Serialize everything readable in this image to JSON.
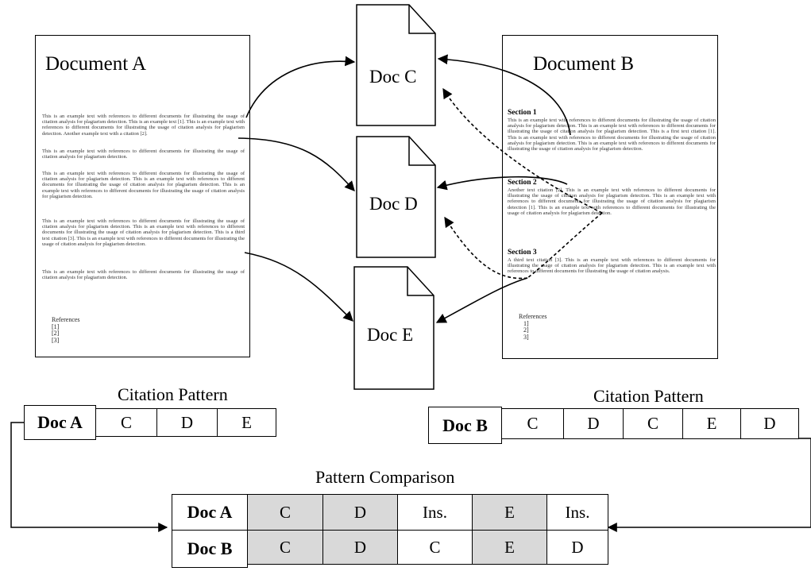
{
  "document_a": {
    "title": "Document A",
    "paragraphs": [
      "This is an example text with references to different documents for illustrating the usage of citation analysis for plagiarism detection. This is an example text [1]. This is an example text with references to different documents for illustrating the usage of citation analysis for plagiarism detection. Another example text with a citation [2].",
      "This is an example text with references to different documents for illustrating the usage of citation analysis for plagiarism detection.",
      "This is an example text with references to different documents for illustrating the usage of citation analysis for plagiarism detection. This is an example text with references to different documents for illustrating the usage of citation analysis for plagiarism detection. This is an example text with references to different documents for illustrating the usage of citation analysis for plagiarism detection.",
      "This is an example text with references to different documents for illustrating the usage of citation analysis for plagiarism detection. This is an example text with references to different documents for illustrating the usage of citation analysis for plagiarism detection. This is a third text citation [3]. This is an example text with references to different documents for illustrating the usage of citation analysis for plagiarism detection.",
      "This is an example text with references to different documents for illustrating the usage of citation analysis for plagiarism detection."
    ],
    "references_title": "References",
    "references": [
      "[1]",
      "[2]",
      "[3]"
    ]
  },
  "document_b": {
    "title": "Document B",
    "sections": [
      {
        "heading": "Section 1",
        "text": "This is an example text with references to different documents for illustrating the usage of citation analysis for plagiarism detection. This is an example text with references to different documents for illustrating the usage of citation analysis for plagiarism detection. This is a first text citation [1]. This is an example text with references to different documents for illustrating the usage of citation analysis for plagiarism detection. This is an example text with references to different documents for illustrating the usage of citation analysis for plagiarism detection."
      },
      {
        "heading": "Section 2",
        "text": "Another text citation [2]. This is an example text with references to different documents for illustrating the usage of citation analysis for plagiarism detection. This is an example text with references to different documents for illustrating the usage of citation analysis for plagiarism detection [1]. This is an example text with references to different documents for illustrating the usage of citation analysis for plagiarism detection."
      },
      {
        "heading": "Section 3",
        "text": "A third text citation [3]. This is an example text with references to different documents for illustrating the usage of citation analysis for plagiarism detection. This is an example text with references to different documents for illustrating the usage of citation analysis."
      }
    ],
    "references_title": "References",
    "references": [
      "1]",
      "2]",
      "3]"
    ]
  },
  "cited_docs": [
    {
      "id": "doc-c",
      "label": "Doc C"
    },
    {
      "id": "doc-d",
      "label": "Doc D"
    },
    {
      "id": "doc-e",
      "label": "Doc E"
    }
  ],
  "pattern_a": {
    "caption": "Citation Pattern",
    "header": "Doc A",
    "cells": [
      "C",
      "D",
      "E"
    ]
  },
  "pattern_b": {
    "caption": "Citation Pattern",
    "header": "Doc B",
    "cells": [
      "C",
      "D",
      "C",
      "E",
      "D"
    ]
  },
  "comparison": {
    "caption": "Pattern Comparison",
    "rows": [
      {
        "header": "Doc A",
        "cells": [
          "C",
          "D",
          "Ins.",
          "E",
          "Ins."
        ]
      },
      {
        "header": "Doc B",
        "cells": [
          "C",
          "D",
          "C",
          "E",
          "D"
        ]
      }
    ],
    "highlight_columns": [
      0,
      1,
      3
    ],
    "highlight_color": "#d9d9d9"
  }
}
